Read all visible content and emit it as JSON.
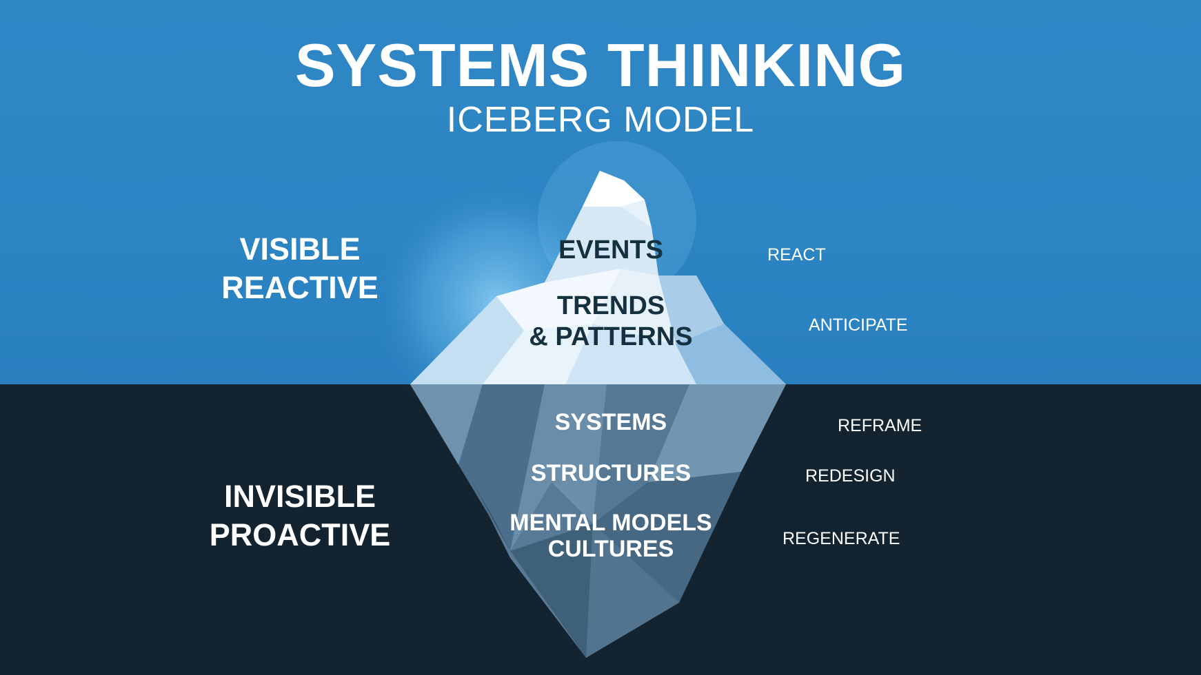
{
  "header": {
    "title": "SYSTEMS THINKING",
    "subtitle": "ICEBERG MODEL"
  },
  "zones": {
    "visible": {
      "line1": "VISIBLE",
      "line2": "REACTIVE"
    },
    "invisible": {
      "line1": "INVISIBLE",
      "line2": "PROACTIVE"
    }
  },
  "levels": [
    {
      "label": "EVENTS",
      "action": "REACT"
    },
    {
      "label_line1": "TRENDS",
      "label_line2": "& PATTERNS",
      "action": "ANTICIPATE"
    },
    {
      "label": "SYSTEMS",
      "action": "REFRAME"
    },
    {
      "label": "STRUCTURES",
      "action": "REDESIGN"
    },
    {
      "label_line1": "MENTAL MODELS",
      "label_line2": "CULTURES",
      "action": "REGENERATE"
    }
  ],
  "colors": {
    "sky": "#2c84c3",
    "deep_water": "#13232f",
    "ice_light": "#e6f1fa",
    "ice_shadow": "#a9cde9",
    "submerged_ice": "#5c809c",
    "dark_text": "#15303f"
  }
}
